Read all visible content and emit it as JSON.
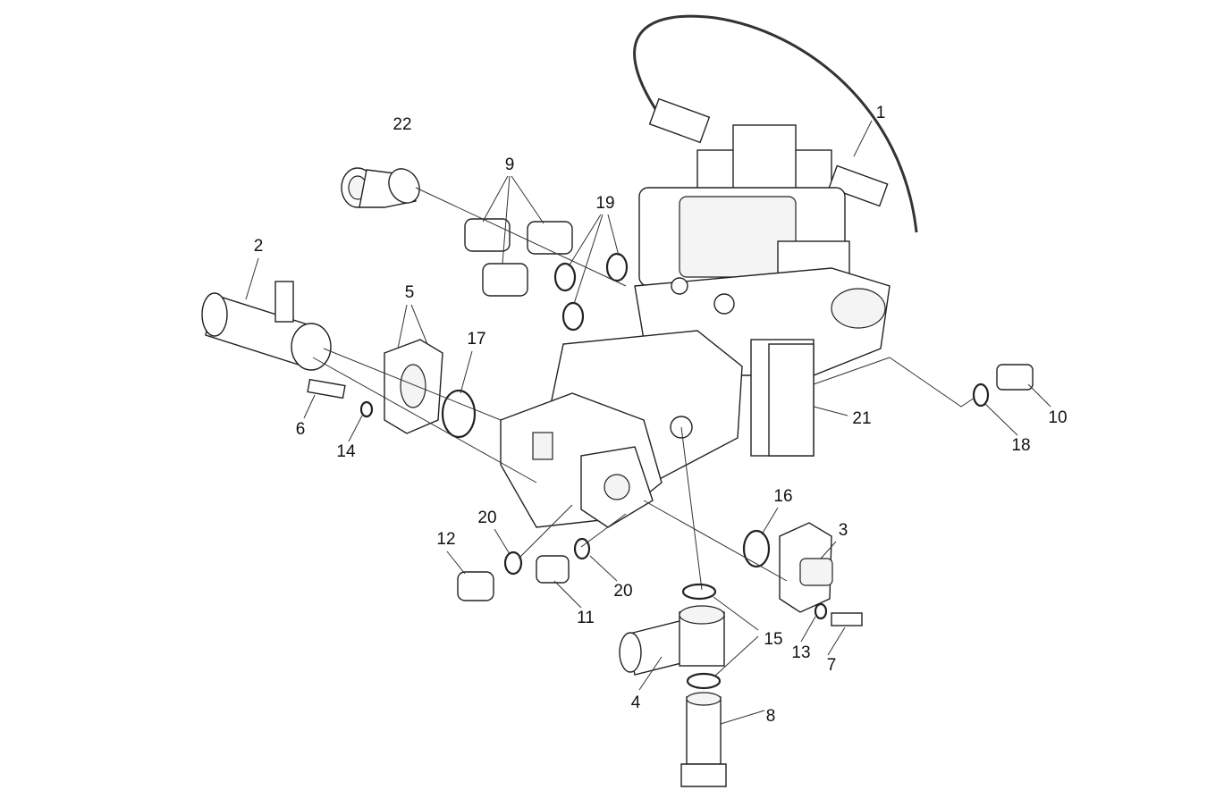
{
  "diagram": {
    "type": "exploded-parts-view",
    "callouts": {
      "c1": "1",
      "c2": "2",
      "c3": "3",
      "c4": "4",
      "c5": "5",
      "c6": "6",
      "c7": "7",
      "c8": "8",
      "c9": "9",
      "c10": "10",
      "c11": "11",
      "c12": "12",
      "c13": "13",
      "c14": "14",
      "c15": "15",
      "c16": "16",
      "c17": "17",
      "c18": "18",
      "c19": "19",
      "c20a": "20",
      "c20b": "20",
      "c21": "21",
      "c22": "22"
    }
  }
}
